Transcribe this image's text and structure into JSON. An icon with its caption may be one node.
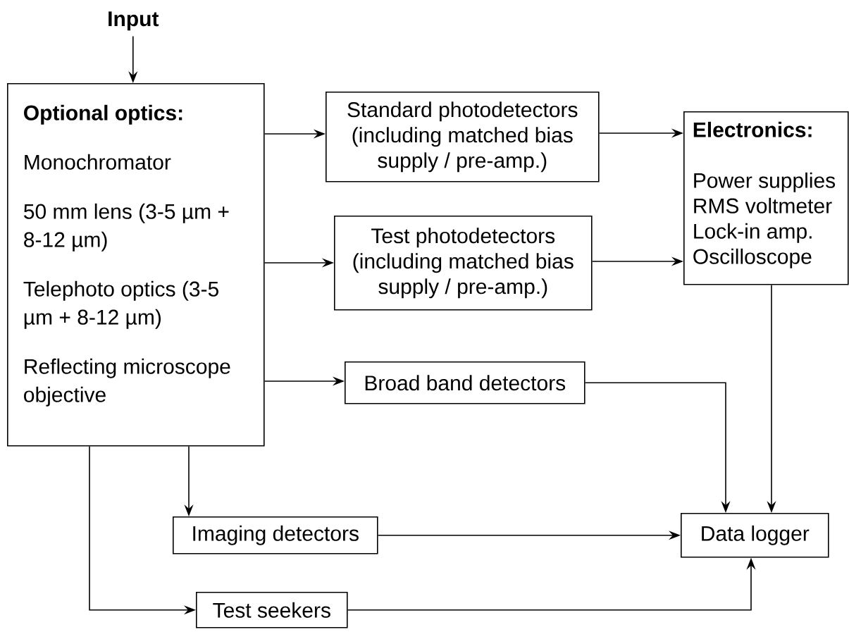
{
  "diagram": {
    "nodes": [
      {
        "text": [
          "Input"
        ]
      },
      {
        "text": [
          "Optional optics:",
          "Monochromator",
          "50 mm lens (3-5 µm + 8-12 µm)",
          "Telephoto optics (3-5 µm + 8-12 µm)",
          "Reflecting microscope objective"
        ]
      },
      {
        "text": [
          "Standard photodetectors (including matched bias supply / pre-amp.)"
        ]
      },
      {
        "text": [
          "Test photodetectors (including matched bias supply / pre-amp.)"
        ]
      },
      {
        "text": [
          "Broad band detectors"
        ]
      },
      {
        "text": [
          "Electronics:",
          "Power supplies",
          "RMS voltmeter",
          "Lock-in amp.",
          "Oscilloscope"
        ]
      },
      {
        "text": [
          "Imaging detectors"
        ]
      },
      {
        "text": [
          "Data logger"
        ]
      },
      {
        "text": [
          "Test seekers"
        ]
      }
    ],
    "edges": [
      {
        "from": 0,
        "to": 1,
        "arrow": "to"
      },
      {
        "from": 1,
        "to": 2,
        "arrow": "to"
      },
      {
        "from": 1,
        "to": 3,
        "arrow": "to"
      },
      {
        "from": 1,
        "to": 4,
        "arrow": "to"
      },
      {
        "from": 1,
        "to": 6,
        "arrow": "to"
      },
      {
        "from": 1,
        "to": 8,
        "arrow": "to"
      },
      {
        "from": 2,
        "to": 5,
        "arrow": "to"
      },
      {
        "from": 3,
        "to": 5,
        "arrow": "to"
      },
      {
        "from": 4,
        "to": 7,
        "arrow": "to"
      },
      {
        "from": 5,
        "to": 7,
        "arrow": "to"
      },
      {
        "from": 6,
        "to": 7,
        "arrow": "to"
      },
      {
        "from": 8,
        "to": 7,
        "arrow": "to"
      }
    ]
  }
}
